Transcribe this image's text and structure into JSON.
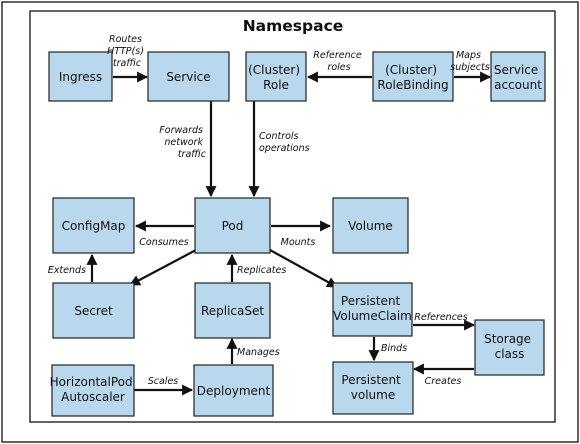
{
  "title": "Namespace",
  "nodes": {
    "ingress": [
      "Ingress"
    ],
    "service": [
      "Service"
    ],
    "cluster_role": [
      "(Cluster)",
      "Role"
    ],
    "cluster_role_binding": [
      "(Cluster)",
      "RoleBinding"
    ],
    "service_account": [
      "Service",
      "account"
    ],
    "configmap": [
      "ConfigMap"
    ],
    "pod": [
      "Pod"
    ],
    "volume": [
      "Volume"
    ],
    "secret": [
      "Secret"
    ],
    "replicaset": [
      "ReplicaSet"
    ],
    "persistent_volume_claim": [
      "Persistent",
      "VolumeClaim"
    ],
    "storage_class": [
      "Storage",
      "class"
    ],
    "hpa": [
      "HorizontalPod",
      "Autoscaler"
    ],
    "deployment": [
      "Deployment"
    ],
    "persistent_volume": [
      "Persistent",
      "volume"
    ]
  },
  "edges": {
    "routes": [
      "Routes",
      "HTTP(s)",
      "traffic"
    ],
    "reference_roles": [
      "Reference",
      "roles"
    ],
    "maps_subjects": [
      "Maps",
      "subjects"
    ],
    "forwards": [
      "Forwards",
      "network",
      "traffic"
    ],
    "controls": [
      "Controls",
      "operations"
    ],
    "consumes": [
      "Consumes"
    ],
    "mounts": [
      "Mounts"
    ],
    "extends": [
      "Extends"
    ],
    "replicates": [
      "Replicates"
    ],
    "references": [
      "References"
    ],
    "binds": [
      "Binds"
    ],
    "manages": [
      "Manages"
    ],
    "scales": [
      "Scales"
    ],
    "creates": [
      "Creates"
    ]
  },
  "colors": {
    "node_fill": "#b9d8ee",
    "stroke": "#222222"
  }
}
